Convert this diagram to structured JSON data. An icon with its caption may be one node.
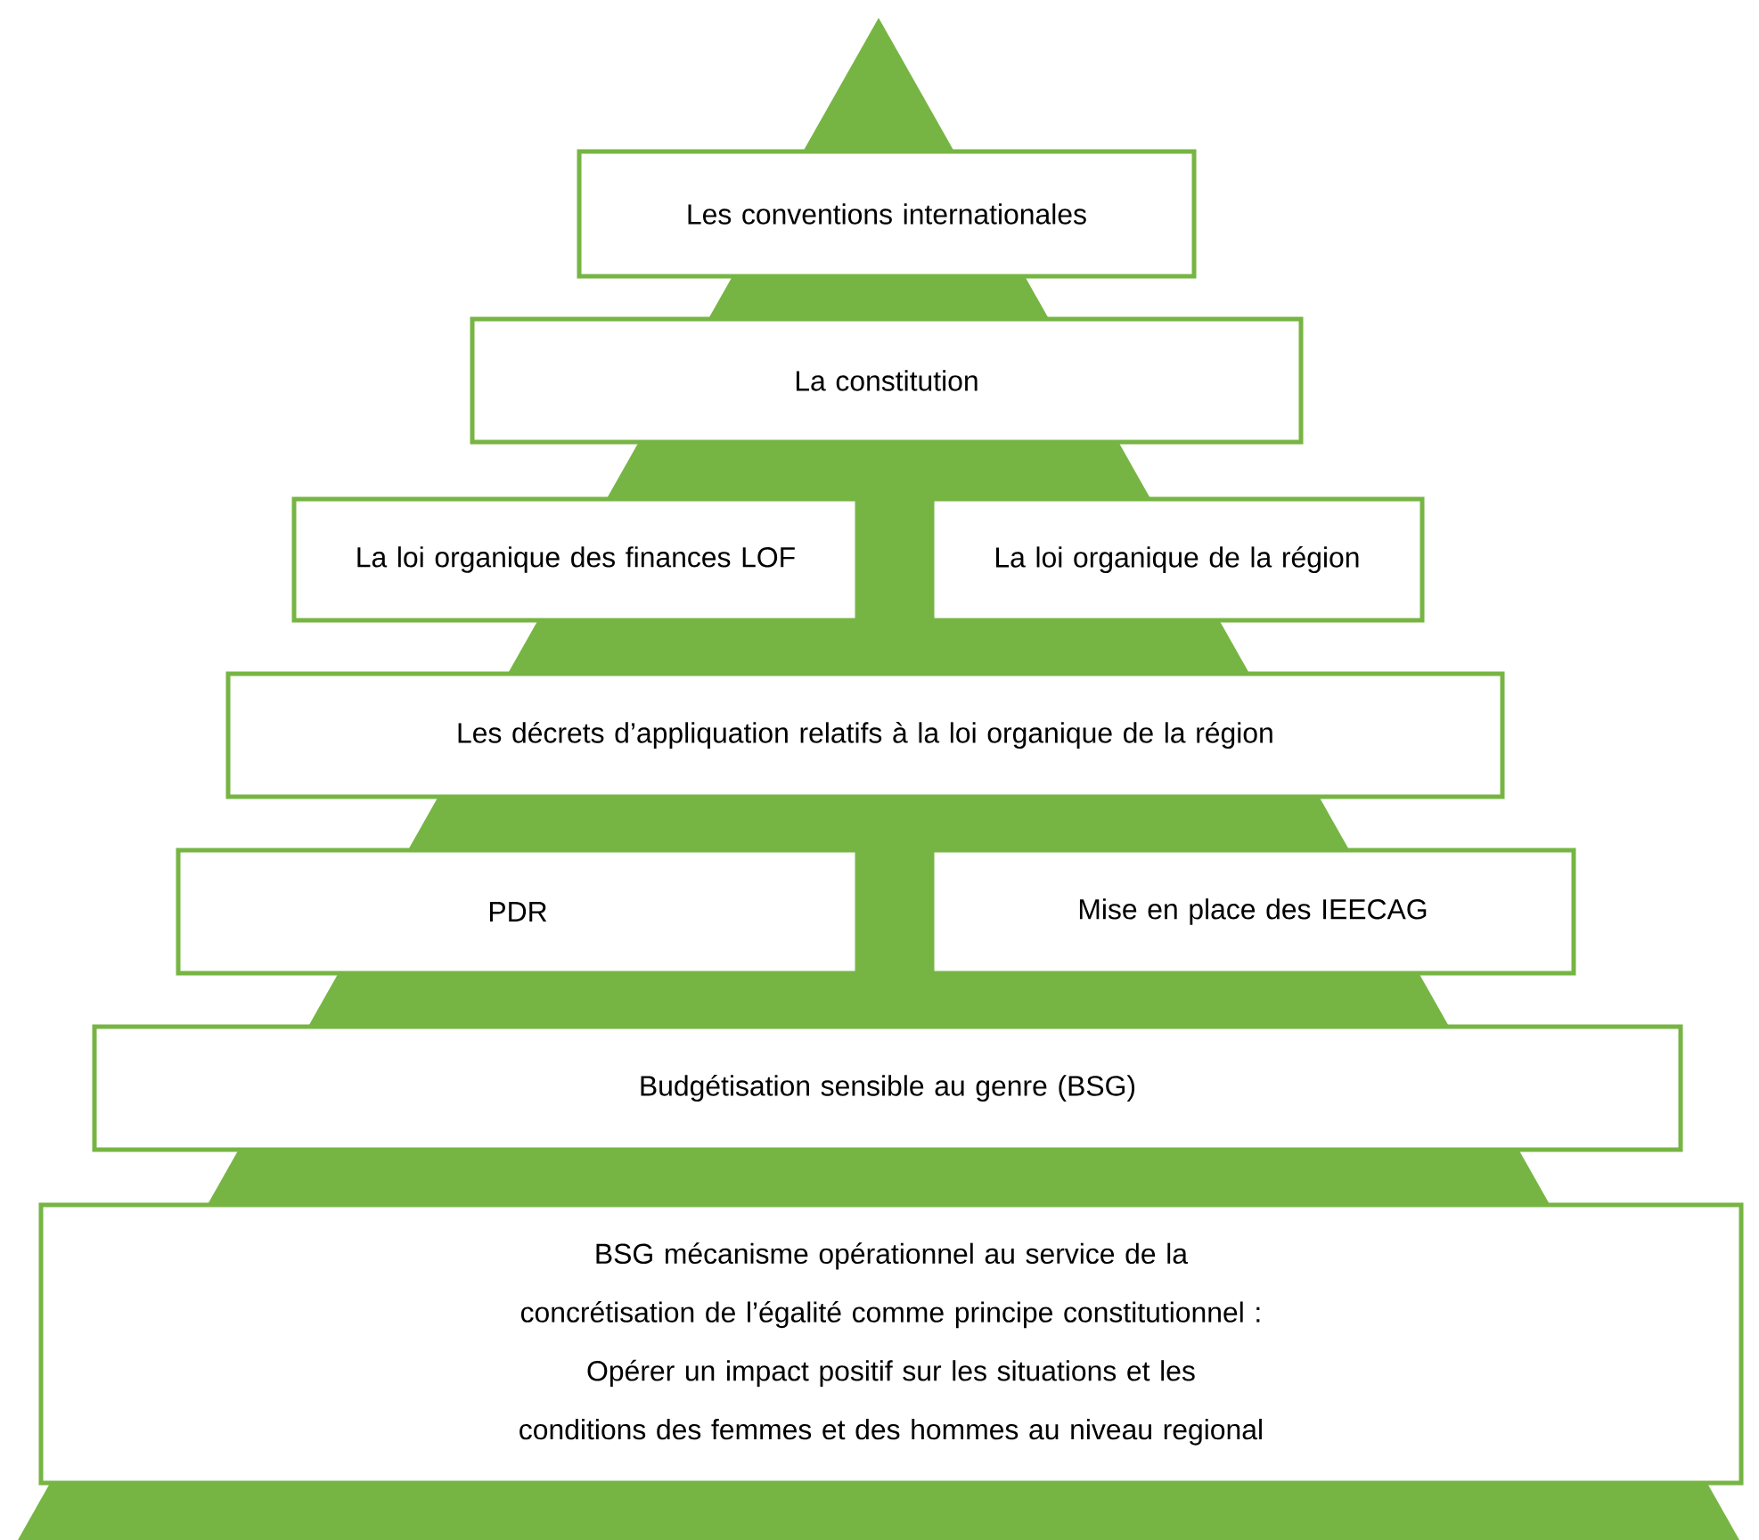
{
  "diagram": {
    "nodes": [
      {
        "text": [
          "Les conventions internationales"
        ]
      },
      {
        "text": [
          "La constitution"
        ]
      },
      {
        "text": [
          "La loi organique des finances LOF"
        ]
      },
      {
        "text": [
          "La loi organique de la région"
        ]
      },
      {
        "text": [
          "Les décrets d’appliquation relatifs à la loi organique de la région"
        ]
      },
      {
        "text": [
          "PDR"
        ]
      },
      {
        "text": [
          "Mise en place des IEECAG"
        ]
      },
      {
        "text": [
          "Budgétisation sensible au genre (BSG)"
        ]
      },
      {
        "text": [
          "BSG mécanisme opérationnel au service de la concrétisation de l’égalité comme principe constitutionnel :",
          "Opérer un impact positif sur les situations et les conditions des femmes et des hommes au niveau regional"
        ]
      }
    ]
  }
}
